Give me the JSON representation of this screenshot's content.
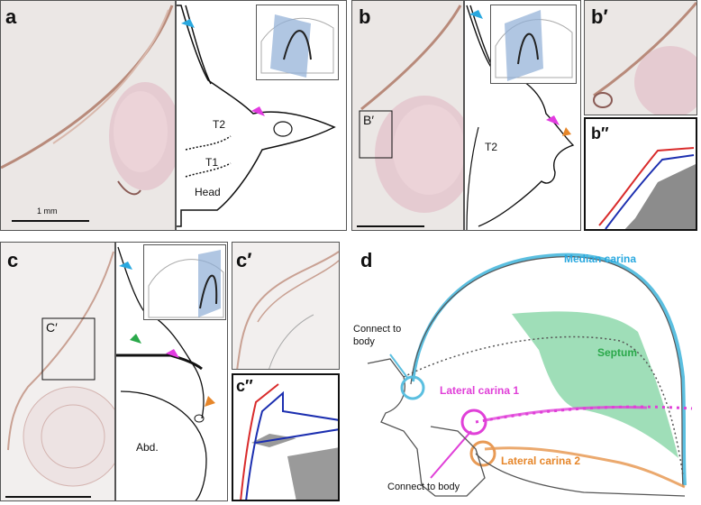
{
  "panels": {
    "a": {
      "label": "a",
      "scalebar": "1 mm",
      "regions": [
        "T2",
        "T1",
        "Head"
      ]
    },
    "b": {
      "label": "b",
      "inset_label": "B′",
      "regions": [
        "T2"
      ]
    },
    "b1": {
      "label": "b′"
    },
    "b2": {
      "label": "b′′"
    },
    "c": {
      "label": "c",
      "inset_label": "C′",
      "regions": [
        "Abd."
      ]
    },
    "c1": {
      "label": "c′"
    },
    "c2": {
      "label": "c′′"
    },
    "d": {
      "label": "d",
      "median_carina": "Median carina",
      "septum": "Septum",
      "lateral_carina_1": "Lateral carina 1",
      "lateral_carina_2": "Lateral carina 2",
      "connect_top": "Connect to\nbody",
      "connect_bottom": "Connect to body"
    }
  },
  "colors": {
    "arrow_blue": "#29a8df",
    "arrow_magenta": "#e23be0",
    "arrow_orange": "#e6862a",
    "arrow_green": "#2aa84a",
    "median_carina": "#5bbfe0",
    "septum": "#3fba6f",
    "lateral_carina_1": "#e040d8",
    "lateral_carina_2": "#e89a55",
    "outline_red": "#d92b2b",
    "outline_blue": "#1c2fb0"
  }
}
